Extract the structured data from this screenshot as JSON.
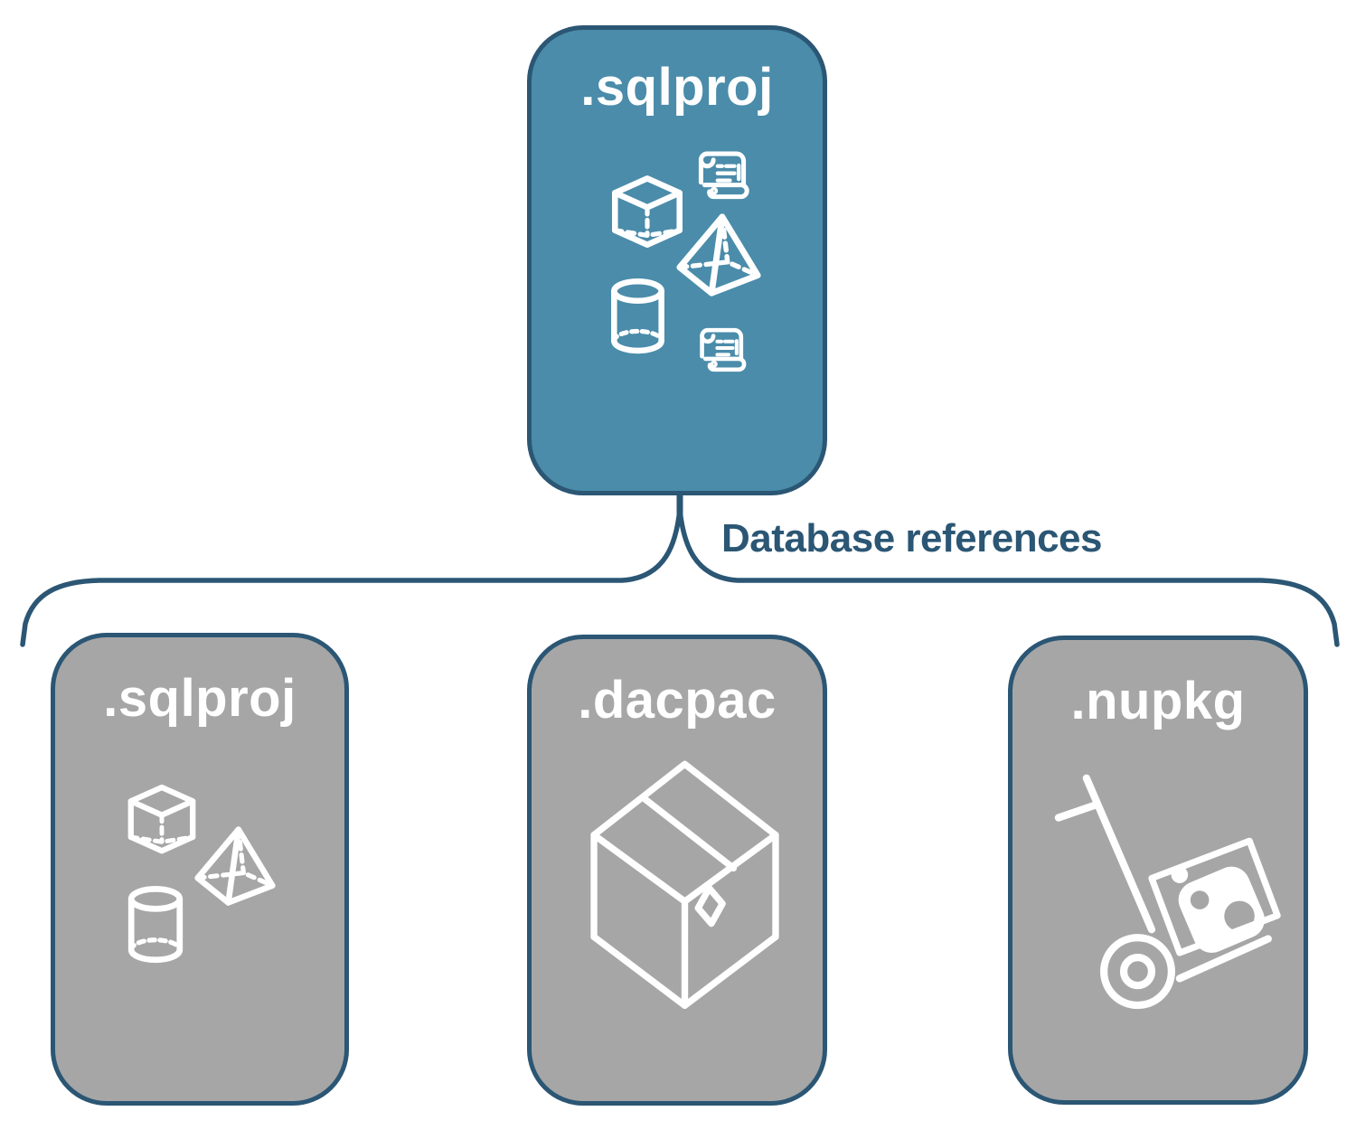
{
  "diagram": {
    "root_node": {
      "label": ".sqlproj",
      "icons": [
        "cube-icon",
        "scroll-icon",
        "pyramid-icon",
        "cylinder-icon",
        "scroll-icon"
      ],
      "fill_color": "#4A8CAA"
    },
    "connector": {
      "label": "Database references",
      "shape": "upward-brace",
      "color": "#2B5674"
    },
    "child_nodes": [
      {
        "label": ".sqlproj",
        "icons": [
          "cube-icon",
          "pyramid-icon",
          "cylinder-icon"
        ]
      },
      {
        "label": ".dacpac",
        "icons": [
          "package-box-icon"
        ]
      },
      {
        "label": ".nupkg",
        "icons": [
          "nuget-handtruck-icon"
        ]
      }
    ],
    "colors": {
      "child_fill": "#A6A6A6",
      "outline": "#2B5674",
      "icon_stroke": "#FFFFFF",
      "background": "#FFFFFF"
    }
  }
}
